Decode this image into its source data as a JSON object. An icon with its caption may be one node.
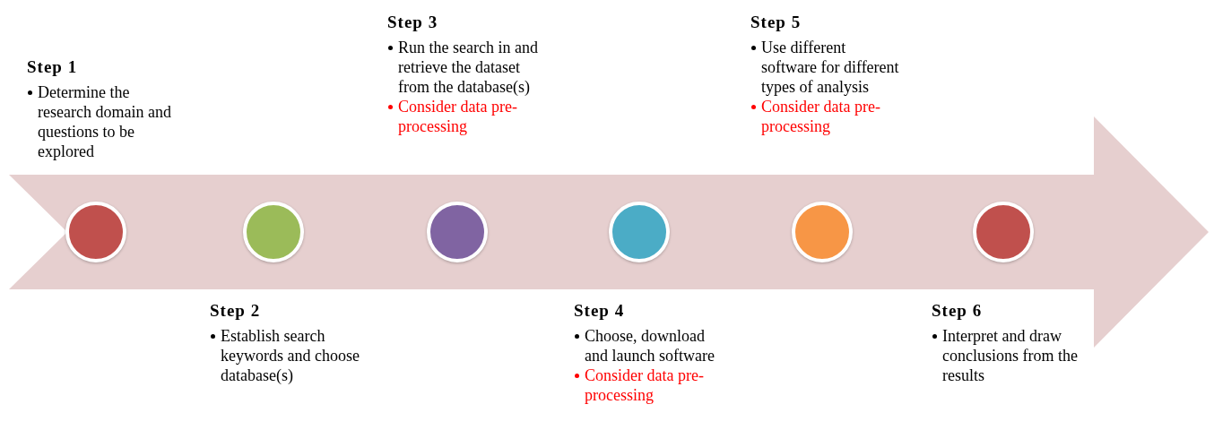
{
  "diagram": {
    "nodes": [
      {
        "text": [],
        "shape": "arrow"
      },
      {
        "text": [],
        "shape": "circle",
        "in": 0,
        "beside": [
          "Step 1",
          "Determine the research domain and questions to be explored"
        ]
      },
      {
        "text": [],
        "shape": "circle",
        "in": 0,
        "beside": [
          "Step 2",
          "Establish search keywords and choose database(s)"
        ]
      },
      {
        "text": [],
        "shape": "circle",
        "in": 0,
        "beside": [
          "Step 3",
          "Run the search in and retrieve the dataset from the database(s)",
          "Consider data pre-processing"
        ]
      },
      {
        "text": [],
        "shape": "circle",
        "in": 0,
        "beside": [
          "Step 4",
          "Choose, download and launch software",
          "Consider data pre-processing"
        ]
      },
      {
        "text": [],
        "shape": "circle",
        "in": 0,
        "beside": [
          "Step 5",
          "Use different software for different types of analysis",
          "Consider data pre-processing"
        ]
      },
      {
        "text": [],
        "shape": "circle",
        "in": 0,
        "beside": [
          "Step 6",
          "Interpret and draw conclusions from the results"
        ]
      }
    ]
  }
}
